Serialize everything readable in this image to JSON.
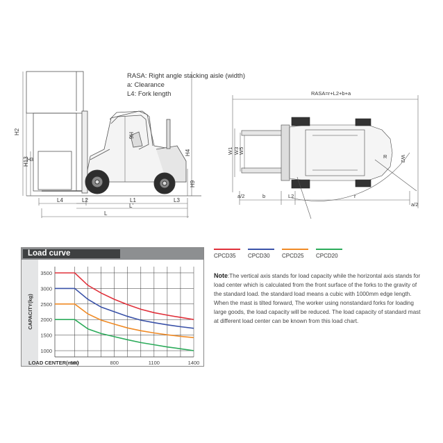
{
  "rasa_notes": [
    "RASA:  Right angle stacking aisle (width)",
    "a: Clearance",
    "L4: Fork length"
  ],
  "dimension_labels": {
    "H2": "H2",
    "H6": "H6",
    "H4": "H4",
    "H13": "H13",
    "H3": "H3",
    "H9": "H9",
    "L4": "L4",
    "L2": "L2",
    "L3": "L3",
    "L1": "L1",
    "L_prime": "L'",
    "L": "L",
    "W1": "W1",
    "W3": "W3",
    "W5": "W5",
    "W2": "W2",
    "R": "R",
    "a2_left": "a/2",
    "b": "b",
    "L2_top": "L2",
    "r": "r",
    "a2_right": "a/2",
    "rasa_formula": "RASA=r+L2+b+a"
  },
  "chart_panel_title": "Load curve",
  "legend": [
    {
      "name": "CPCD35",
      "color": "#e0303a"
    },
    {
      "name": "CPCD30",
      "color": "#3a52a8"
    },
    {
      "name": "CPCD25",
      "color": "#f08a24"
    },
    {
      "name": "CPCD20",
      "color": "#2bab5a"
    }
  ],
  "chart_data": {
    "type": "line",
    "title": "Load curve",
    "xlabel": "LOAD CENTER(mm)",
    "ylabel": "CAPACITY(kg)",
    "xlim": [
      350,
      1400
    ],
    "ylim": [
      800,
      3700
    ],
    "x_ticks": [
      500,
      800,
      1100,
      1400
    ],
    "y_ticks": [
      1000,
      1500,
      2000,
      2500,
      3000,
      3500
    ],
    "grid": true,
    "series": [
      {
        "name": "CPCD35",
        "color": "#e0303a",
        "x": [
          350,
          500,
          600,
          700,
          800,
          900,
          1000,
          1100,
          1200,
          1300,
          1400
        ],
        "y": [
          3500,
          3500,
          3100,
          2850,
          2650,
          2480,
          2330,
          2220,
          2140,
          2070,
          2000
        ]
      },
      {
        "name": "CPCD30",
        "color": "#3a52a8",
        "x": [
          350,
          500,
          600,
          700,
          800,
          900,
          1000,
          1100,
          1200,
          1300,
          1400
        ],
        "y": [
          3000,
          3000,
          2650,
          2400,
          2250,
          2100,
          1980,
          1900,
          1830,
          1770,
          1720
        ]
      },
      {
        "name": "CPCD25",
        "color": "#f08a24",
        "x": [
          350,
          500,
          600,
          700,
          800,
          900,
          1000,
          1100,
          1200,
          1300,
          1400
        ],
        "y": [
          2500,
          2500,
          2180,
          1980,
          1850,
          1730,
          1640,
          1570,
          1510,
          1460,
          1420
        ]
      },
      {
        "name": "CPCD20",
        "color": "#2bab5a",
        "x": [
          350,
          500,
          600,
          700,
          800,
          900,
          1000,
          1100,
          1200,
          1300,
          1400
        ],
        "y": [
          2000,
          2000,
          1700,
          1550,
          1450,
          1350,
          1260,
          1190,
          1120,
          1060,
          1000
        ]
      }
    ]
  },
  "note_label": "Note",
  "note_text": ":The vertical axis stands for load capacity while the horizontal axis stands for load center which is calculated from the front surface of the forks to the gravity of the standard load. the standard load means a cubic with 1000mm edge length.  When the mast is tilted forward, The worker using nonstandard forks for loading large goods, the load capacity will be reduced.  The load capacity of standard mast at different load center can be known from this load chart."
}
